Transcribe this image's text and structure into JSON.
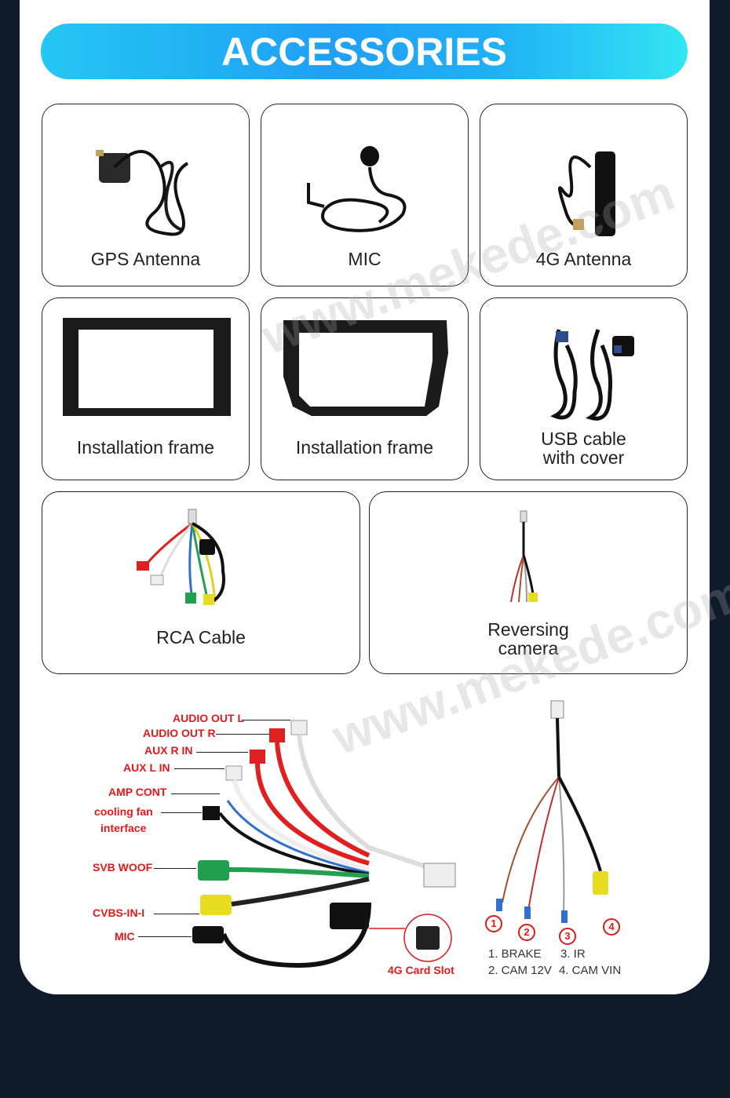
{
  "title": "ACCESSORIES",
  "cards": {
    "gps": "GPS Antenna",
    "mic": "MIC",
    "antenna4g": "4G Antenna",
    "frame1": "Installation frame",
    "frame2": "Installation frame",
    "usb_line1": "USB cable",
    "usb_line2": "with cover",
    "rca": "RCA Cable",
    "rev_line1": "Reversing",
    "rev_line2": "camera"
  },
  "watermark": "www.mekede.com",
  "rca_diagram": {
    "labels": [
      "AUDIO OUT L",
      "AUDIO OUT R",
      "AUX R IN",
      "AUX L IN",
      "AMP CONT",
      "cooling fan",
      "interface",
      "SVB WOOF",
      "CVBS-IN-I",
      "MIC",
      "4G Card Slot"
    ]
  },
  "camera_diagram": {
    "numbers": [
      "1",
      "2",
      "3",
      "4"
    ],
    "legend": [
      "1. BRAKE",
      "2. CAM 12V",
      "3. IR",
      "4. CAM VIN"
    ]
  },
  "colors": {
    "accent": "#1fa0f5",
    "label_red": "#e0191b",
    "background": "#0f1a2b"
  }
}
